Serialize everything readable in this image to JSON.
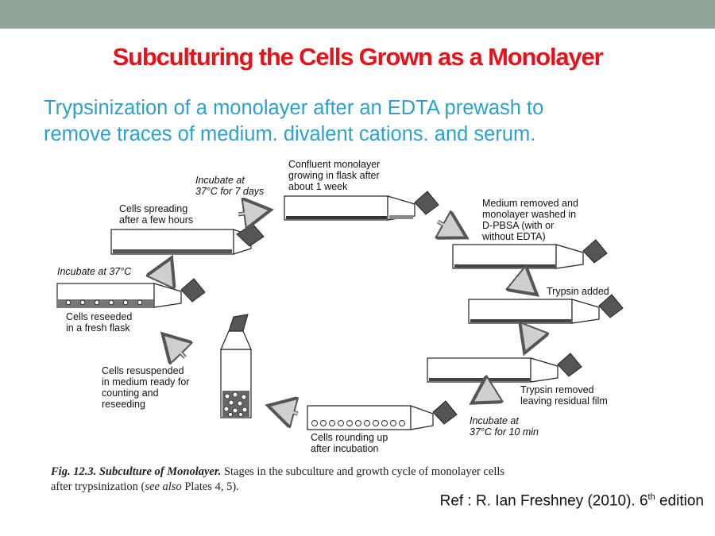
{
  "slide": {
    "title": "Subculturing  the Cells Grown as a Monolayer",
    "subtitle_line1": "Trypsinization of a monolayer after an EDTA prewash to",
    "subtitle_line2": "remove traces of medium. divalent cations. and serum."
  },
  "diagram": {
    "labels": {
      "confluent_1": "Confluent monolayer",
      "confluent_2": "growing in flask after",
      "confluent_3": "about 1 week",
      "medium_1": "Medium removed and",
      "medium_2": "monolayer washed in",
      "medium_3": "D-PBSA (with or",
      "medium_4": "without EDTA)",
      "trypsin_added": "Trypsin added",
      "trypsin_removed_1": "Trypsin removed",
      "trypsin_removed_2": "leaving residual film",
      "incubate10_1": "Incubate at",
      "incubate10_2": "37°C for 10 min",
      "rounding_1": "Cells rounding up",
      "rounding_2": "after incubation",
      "resuspended_1": "Cells resuspended",
      "resuspended_2": "in medium ready for",
      "resuspended_3": "counting and",
      "resuspended_4": "reseeding",
      "reseeded_1": "Cells reseeded",
      "reseeded_2": "in a fresh flask",
      "incubate37": "Incubate at 37°C",
      "spreading_1": "Cells spreading",
      "spreading_2": "after a few hours",
      "incubate7_1": "Incubate at",
      "incubate7_2": "37°C for 7 days"
    }
  },
  "caption": {
    "fig_label": "Fig. 12.3.",
    "fig_title": "Subculture of Monolayer.",
    "text_1": "Stages in the subculture and growth cycle of monolayer cells",
    "text_2": "after trypsinization (",
    "see_also": "see also",
    "text_3": " Plates 4, 5)."
  },
  "reference": {
    "text": "Ref : R. Ian Freshney (2010). 6",
    "sup": "th",
    "tail": " edition"
  },
  "colors": {
    "title": "#e3141b",
    "subtitle": "#2aa2cc",
    "topbar": "#94a59b",
    "flask_cap": "#555555"
  }
}
